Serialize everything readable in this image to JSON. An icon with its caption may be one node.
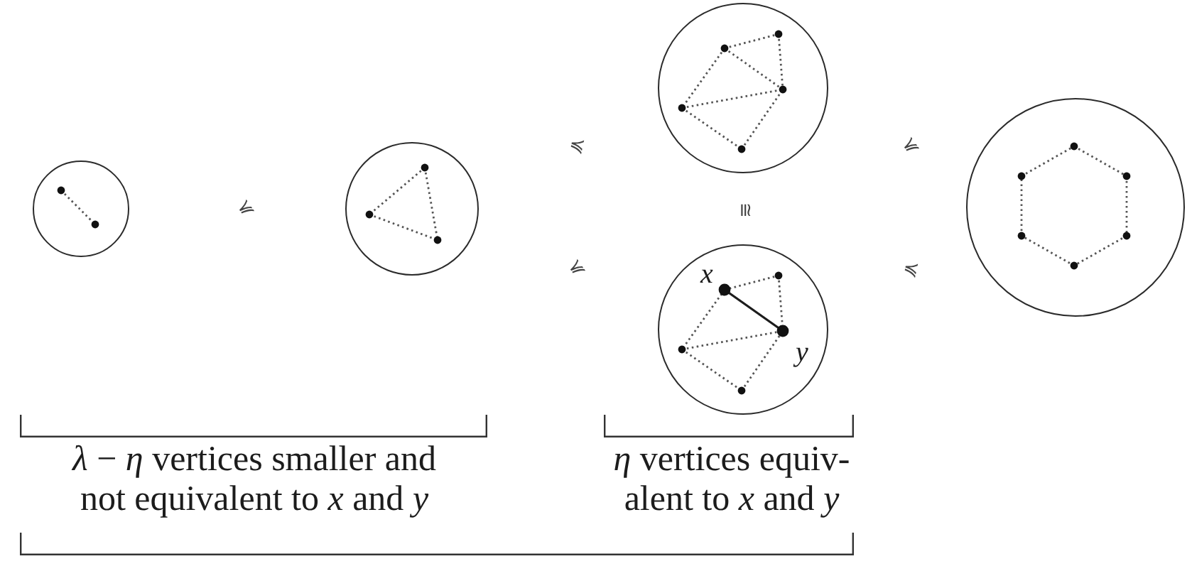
{
  "diagram": {
    "nodes": [
      {
        "text": [],
        "shape": "circle"
      },
      {
        "text": [],
        "shape": "circle"
      },
      {
        "text": [],
        "shape": "circle"
      },
      {
        "text": [
          "x",
          "y"
        ]
      },
      {
        "text": [],
        "shape": "circle"
      }
    ],
    "labels": [
      "≼",
      "≼",
      "≼",
      "≅",
      "≼",
      "≼",
      "*λ* − *η* vertices smaller and not equivalent to *x* and *y*",
      "*η* vertices equiv- alent to *x* and *y*"
    ]
  }
}
